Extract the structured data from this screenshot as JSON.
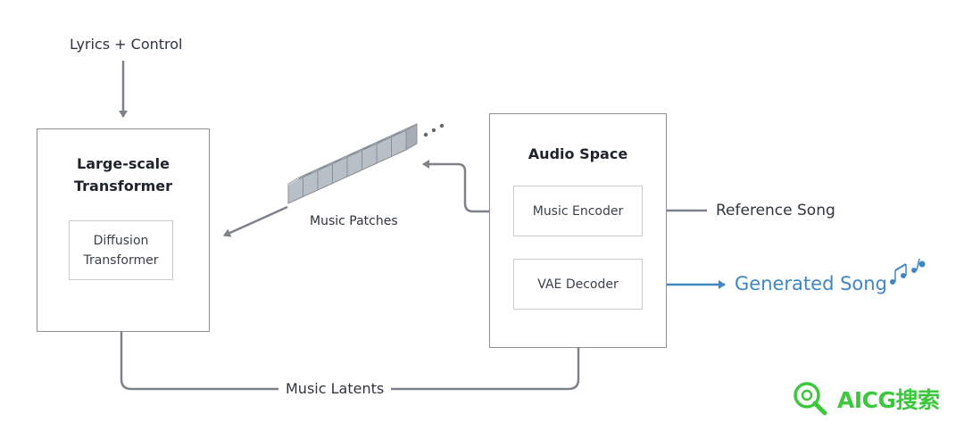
{
  "inputs": {
    "lyrics_control": "Lyrics + Control",
    "reference_song": "Reference Song"
  },
  "transformer": {
    "title_line1": "Large-scale",
    "title_line2": "Transformer",
    "inner_line1": "Diffusion",
    "inner_line2": "Transformer"
  },
  "audio_space": {
    "title": "Audio Space",
    "encoder": "Music Encoder",
    "decoder": "VAE Decoder"
  },
  "patches": {
    "label": "Music Patches",
    "count": 8
  },
  "latents_label": "Music Latents",
  "output_label": "Generated Song",
  "watermark": {
    "text": "AICG搜索"
  },
  "colors": {
    "arrow": "#7d828a",
    "box_border": "#8c9097",
    "output_blue": "#3f86c7",
    "watermark_green": "#3cc83c"
  }
}
